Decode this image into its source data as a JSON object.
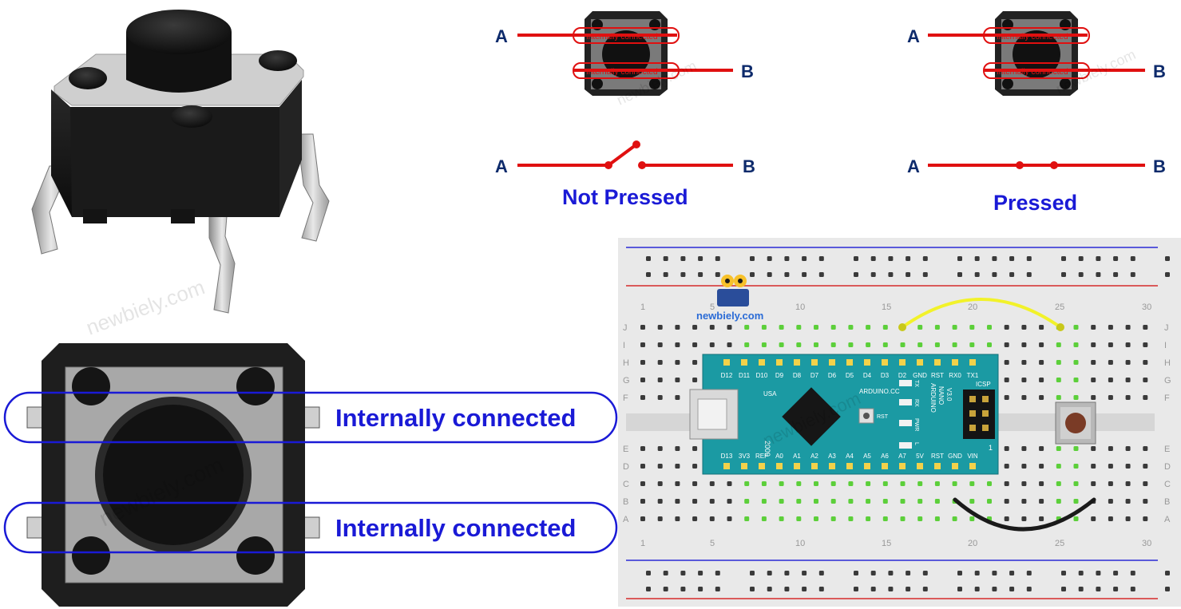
{
  "button_photo": {
    "watermark": "newbiely.com"
  },
  "top_view": {
    "internal_label_1": "Internally connected",
    "internal_label_2": "Internally connected",
    "watermark": "newbiely.com"
  },
  "not_pressed": {
    "title": "Not Pressed",
    "terminal_a": "A",
    "terminal_b": "B",
    "pkg_label_1": "Internally connected",
    "pkg_label_2": "Internally connected",
    "switch_a": "A",
    "switch_b": "B",
    "watermark": "newbiely.com"
  },
  "pressed": {
    "title": "Pressed",
    "terminal_a": "A",
    "terminal_b": "B",
    "pkg_label_1": "Internally connected",
    "pkg_label_2": "Internally connected",
    "switch_a": "A",
    "switch_b": "B",
    "watermark": "newbiely.com"
  },
  "breadboard": {
    "logo_text": "newbiely.com",
    "watermark": "newbiely.com",
    "col_numbers": [
      "1",
      "5",
      "10",
      "15",
      "20",
      "25",
      "30"
    ],
    "row_letters_top": [
      "J",
      "I",
      "H",
      "G",
      "F"
    ],
    "row_letters_bottom": [
      "E",
      "D",
      "C",
      "B",
      "A"
    ],
    "board": {
      "pins_top": [
        "D12",
        "D11",
        "D10",
        "D9",
        "D8",
        "D7",
        "D6",
        "D5",
        "D4",
        "D3",
        "D2",
        "GND",
        "RST",
        "RX0",
        "TX1"
      ],
      "pins_bottom": [
        "D13",
        "3V3",
        "REF",
        "A0",
        "A1",
        "A2",
        "A3",
        "A4",
        "A5",
        "A6",
        "A7",
        "5V",
        "RST",
        "GND",
        "VIN"
      ],
      "brand": "ARDUINO.CC",
      "model_1": "ARDUINO",
      "model_2": "NANO",
      "model_3": "V3.0",
      "icsp": "ICSP",
      "usa": "USA",
      "year": "2009",
      "rst_label": "RST",
      "led_tx": "TX",
      "led_rx": "RX",
      "led_pwr": "PWR",
      "led_l": "L",
      "header_one": "1"
    }
  },
  "colors": {
    "accent_blue": "#1a1ad6",
    "wire_red": "#e01010",
    "board_teal": "#1b9aa3",
    "wire_yellow": "#f2f22a",
    "wire_black": "#1a1a1a",
    "breadboard": "#e9e9e9"
  }
}
